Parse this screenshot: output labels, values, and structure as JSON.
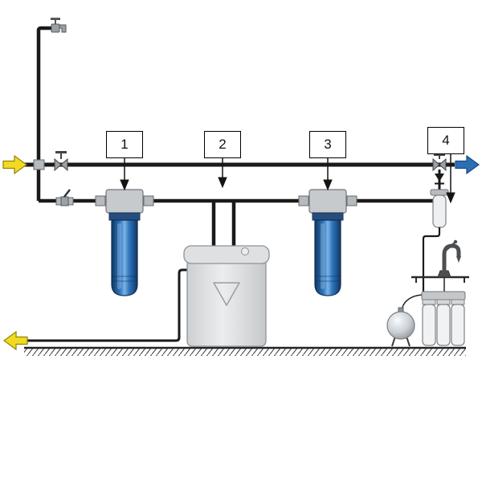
{
  "diagram": {
    "type": "whole-house-water-treatment-schematic",
    "callouts": [
      {
        "label": "1",
        "points_to": "big-blue-filter-1"
      },
      {
        "label": "2",
        "points_to": "water-softener"
      },
      {
        "label": "3",
        "points_to": "big-blue-filter-2"
      },
      {
        "label": "4",
        "points_to": "inline-filter-drinking-system"
      }
    ],
    "colors": {
      "pipe": "#1a1a1a",
      "inlet_arrow": "#f4da1e",
      "arrow_yellow_border": "#8d840a",
      "outlet_arrow": "#2d6fb7",
      "outlet_arrow_border": "#174a7d",
      "filter_body": "#2f78c2",
      "filter_body_light": "#7db3e2",
      "filter_body_dark": "#11375f",
      "softener_gray": "#ecedee"
    }
  }
}
